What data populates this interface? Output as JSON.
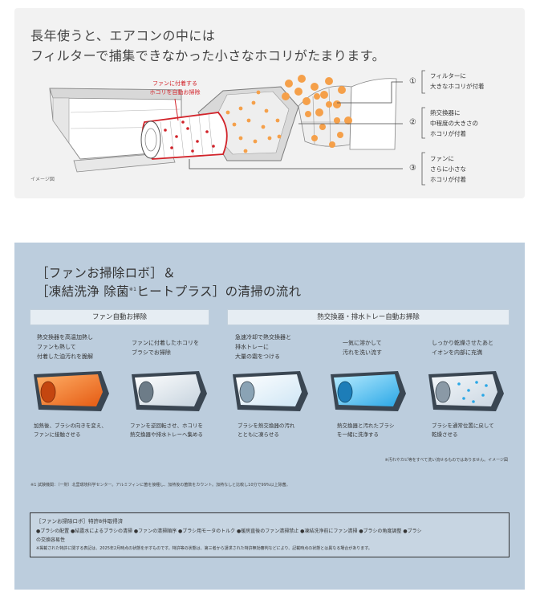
{
  "top": {
    "title_line1": "長年使うと、エアコンの中には",
    "title_line2": "フィルターで捕集できなかった小さなホコリがたまります。",
    "fan_callout_line1": "ファンに付着する",
    "fan_callout_line2": "ホコリを自動お掃除",
    "image_note": "イメージ図",
    "callouts": [
      {
        "num": "①",
        "lines": [
          "フィルターに",
          "大きなホコリが付着"
        ]
      },
      {
        "num": "②",
        "lines": [
          "熱交換器に",
          "中程度の大きさの",
          "ホコリが付着"
        ]
      },
      {
        "num": "③",
        "lines": [
          "ファンに",
          "さらに小さな",
          "ホコリが付着"
        ]
      }
    ],
    "colors": {
      "accent": "#d2232a",
      "dust": "#f5a04a"
    }
  },
  "bottom": {
    "title_line1": "［ファンお掃除ロボ］＆",
    "title_line2_a": "［凍結洗浄 除菌",
    "title_sup": "※1",
    "title_line2_b": "ヒートプラス］の清掃の流れ",
    "section1": "ファン自動お掃除",
    "section2": "熱交換器・排水トレー自動お掃除",
    "steps": [
      {
        "top": [
          "熱交換器を高温加熱し",
          "ファンも熱して",
          "付着した油汚れを脆解"
        ],
        "bottom": [
          "加熱後、ブラシの向きを変え、",
          "ファンに接触させる"
        ],
        "theme": "hot"
      },
      {
        "top": [
          "ファンに付着したホコリを",
          "ブラシでお掃除"
        ],
        "bottom": [
          "ファンを逆回転させ、ホコリを",
          "熱交換器や排水トレーへ集める"
        ],
        "theme": "white"
      },
      {
        "top": [
          "急速冷却で熱交換器と",
          "排水トレーに",
          "大量の霜をつける"
        ],
        "bottom": [
          "ブラシを熱交換器の汚れ",
          "とともに凍らせる"
        ],
        "theme": "frost"
      },
      {
        "top": [
          "一気に溶かして",
          "汚れを洗い流す"
        ],
        "bottom": [
          "熱交換器と汚れたブラシ",
          "を一緒に洗浄する"
        ],
        "theme": "blue"
      },
      {
        "top": [
          "しっかり乾燥させたあと",
          "イオンを内部に充満"
        ],
        "bottom": [
          "ブラシを通常位置に戻して",
          "乾燥させる"
        ],
        "theme": "dry"
      }
    ],
    "note_right": "※汚れやカビ等をすべて洗い流せるものではありません。イメージ図",
    "footnote": "※1 試験機関：（一財）北里環境科学センター。アルミフィンに菌を接種し、加熱後の菌数をカウント。加熱なしと比較し10分で99%以上除菌。",
    "patent_title": "［ファンお掃除ロボ］特許8件取得済",
    "patent_line1": "●ブラシの配置 ●結露水によるブラシの清掃 ●ファンの清掃順序 ●ブラシ用モータのトルク ●暖房直後のファン清掃禁止 ●凍結洗浄前にファン清掃 ●ブラシの角度調整 ●ブラシ",
    "patent_line2": "の交換容易性",
    "patent_note": "※掲載された特許に関する表記は、2025年2月時点の状態を示すものです。特許等の状態は、第三者から請求された特許無効審判などにより、記載時点の状態とは異なる場合があります。"
  }
}
